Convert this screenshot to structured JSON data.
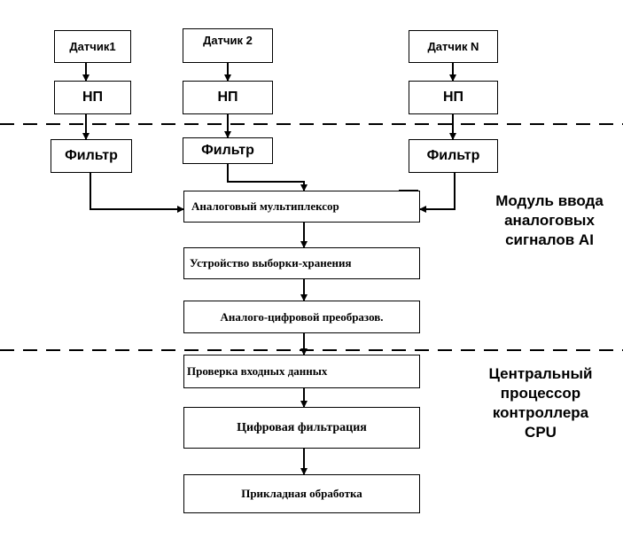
{
  "sensors": {
    "s1": "Датчик1",
    "s2": "Датчик 2",
    "sN": "Датчик N"
  },
  "converter_label": "НП",
  "filter_label": "Фильтр",
  "module_label": [
    "Модуль ввода",
    "аналоговых",
    "сигналов  AI"
  ],
  "cpu_label": [
    "Центральный",
    "процессор",
    "контроллера",
    "CPU"
  ],
  "chain": {
    "mux": "Аналоговый мультиплексор",
    "sample_hold": "Устройство выборки-хранения",
    "adc": "Аналого-цифровой преобразов.",
    "input_check": "Проверка входных данных",
    "digital_filter": "Цифровая фильтрация",
    "app_processing": "Прикладная обработка"
  },
  "colors": {
    "line": "#000000",
    "box_border": "#000000",
    "background": "#ffffff"
  }
}
